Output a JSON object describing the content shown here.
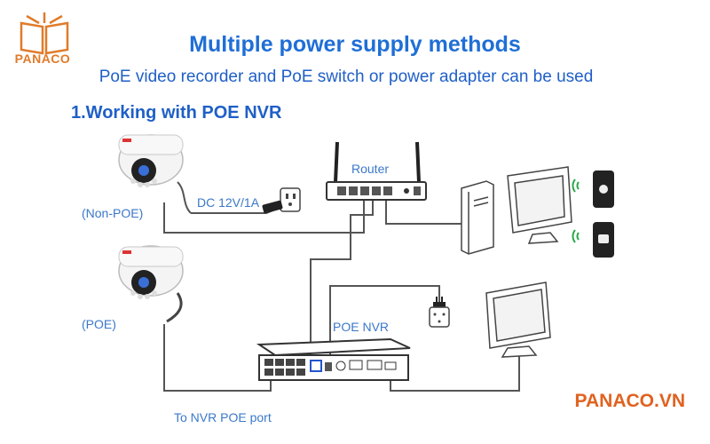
{
  "logo": {
    "text": "PANACO",
    "icon": "open-book-logo-icon"
  },
  "title": "Multiple power supply methods",
  "subtitle": "PoE video recorder and PoE switch or power adapter can be used",
  "section_heading": "1.Working with POE NVR",
  "labels": {
    "non_poe": "(Non-POE)",
    "poe": "(POE)",
    "dc_power": "DC 12V/1A",
    "router": "Router",
    "nvr": "POE NVR",
    "nvr_port": "To NVR POE port"
  },
  "brand": "PANACO.VN",
  "colors": {
    "accent_blue": "#1f6fd6",
    "brand_orange": "#e0621f",
    "line": "#555555",
    "wifi_green": "#2aa84a"
  }
}
